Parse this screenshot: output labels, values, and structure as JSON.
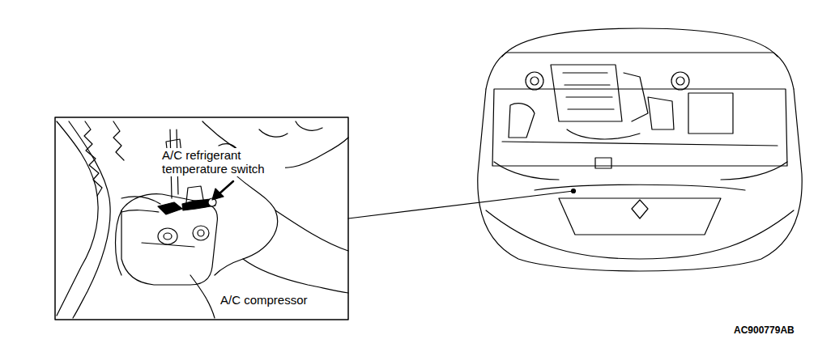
{
  "diagram": {
    "labels": [
      "A/C refrigerant temperature switch",
      "A/C compressor",
      "AC900779AB"
    ]
  }
}
